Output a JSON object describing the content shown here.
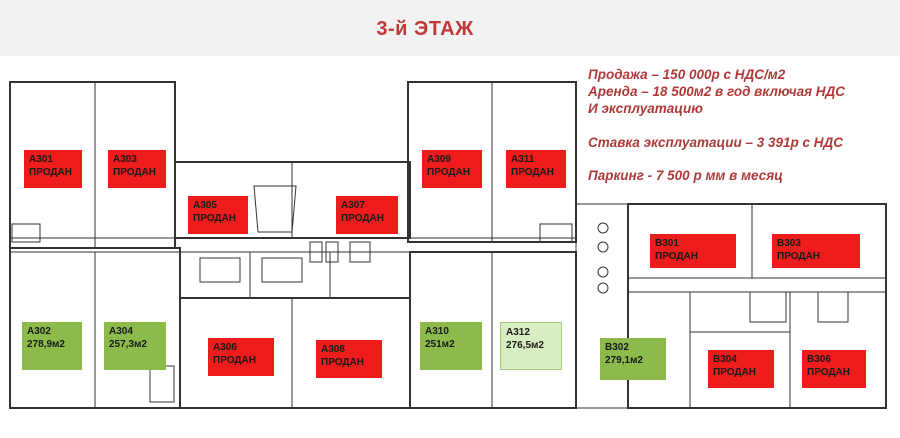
{
  "header": {
    "title": "3-й ЭТАЖ"
  },
  "info": {
    "line1": "Продажа – 150 000р с НДС/м2",
    "line2": "Аренда – 18 500м2 в год включая НДС",
    "line3": "И эксплуатацию",
    "line4": "Ставка эксплуатации – 3 391р с НДС",
    "line5": "Паркинг - 7 500 р мм в месяц"
  },
  "units": {
    "a301": {
      "name": "А301",
      "status": "ПРОДАН"
    },
    "a303": {
      "name": "А303",
      "status": "ПРОДАН"
    },
    "a305": {
      "name": "А305",
      "status": "ПРОДАН"
    },
    "a307": {
      "name": "А307",
      "status": "ПРОДАН"
    },
    "a309": {
      "name": "А309",
      "status": "ПРОДАН"
    },
    "a311": {
      "name": "А311",
      "status": "ПРОДАН"
    },
    "b301": {
      "name": "В301",
      "status": "ПРОДАН"
    },
    "b303": {
      "name": "В303",
      "status": "ПРОДАН"
    },
    "a302": {
      "name": "А302",
      "area": "278,9м2"
    },
    "a304": {
      "name": "А304",
      "area": "257,3м2"
    },
    "a306": {
      "name": "А306",
      "status": "ПРОДАН"
    },
    "a308": {
      "name": "А308",
      "status": "ПРОДАН"
    },
    "a310": {
      "name": "А310",
      "area": "251м2"
    },
    "a312": {
      "name": "А312",
      "area": "276,5м2"
    },
    "b302": {
      "name": "В302",
      "area": "279,1м2"
    },
    "b304": {
      "name": "В304",
      "status": "ПРОДАН"
    },
    "b306": {
      "name": "В306",
      "status": "ПРОДАН"
    }
  },
  "colors": {
    "sold": "#ee1c1c",
    "available": "#8cbb4c",
    "available_light": "#d9edc2",
    "title": "#c0393b"
  }
}
